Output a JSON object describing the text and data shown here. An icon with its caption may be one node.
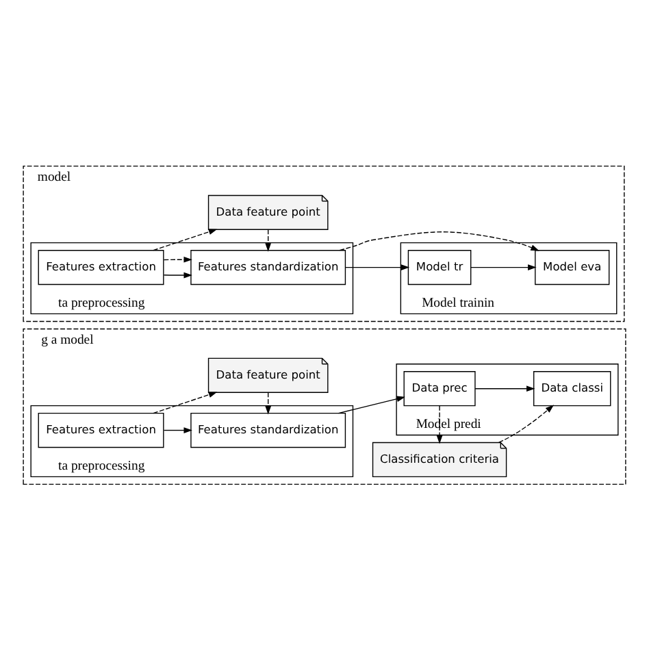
{
  "diagram": {
    "nodes": [
      {
        "text": [
          "model"
        ]
      },
      {
        "text": [
          "ta preprocessing"
        ],
        "in": 0
      },
      {
        "text": [
          "Features extraction"
        ],
        "in": 1
      },
      {
        "text": [
          "Features standardization"
        ],
        "in": 1
      },
      {
        "text": [
          "Data feature point"
        ],
        "in": 0
      },
      {
        "text": [
          "Model trainin"
        ],
        "in": 0
      },
      {
        "text": [
          "Model tr"
        ],
        "in": 5
      },
      {
        "text": [
          "Model eva"
        ],
        "in": 5
      },
      {
        "text": [
          "g a model"
        ]
      },
      {
        "text": [
          "ta preprocessing"
        ],
        "in": 8
      },
      {
        "text": [
          "Features extraction"
        ],
        "in": 9
      },
      {
        "text": [
          "Features standardization"
        ],
        "in": 9
      },
      {
        "text": [
          "Data feature point"
        ],
        "in": 8
      },
      {
        "text": [
          "Model predi"
        ],
        "in": 8
      },
      {
        "text": [
          "Data prec"
        ],
        "in": 13
      },
      {
        "text": [
          "Data classi"
        ],
        "in": 13
      },
      {
        "text": [
          "Classification criteria"
        ],
        "in": 8
      }
    ],
    "edges": [
      {
        "from": 2,
        "to": 3,
        "arrow": "to"
      },
      {
        "from": 2,
        "to": 3,
        "arrow": "to",
        "style": "dashed"
      },
      {
        "from": 3,
        "to": 6,
        "arrow": "to"
      },
      {
        "from": 3,
        "to": 7,
        "arrow": "to",
        "style": "dashed"
      },
      {
        "from": 2,
        "to": 4,
        "arrow": "to",
        "style": "dashed"
      },
      {
        "from": 4,
        "to": 3,
        "arrow": "to",
        "style": "dashed"
      },
      {
        "from": 6,
        "to": 7,
        "arrow": "to"
      },
      {
        "from": 10,
        "to": 11,
        "arrow": "to"
      },
      {
        "from": 11,
        "to": 14,
        "arrow": "to"
      },
      {
        "from": 10,
        "to": 12,
        "arrow": "to",
        "style": "dashed"
      },
      {
        "from": 12,
        "to": 11,
        "arrow": "to",
        "style": "dashed"
      },
      {
        "from": 14,
        "to": 16,
        "arrow": "to",
        "style": "dashed"
      },
      {
        "from": 16,
        "to": 15,
        "arrow": "to",
        "style": "dashed"
      },
      {
        "from": 14,
        "to": 15,
        "arrow": "to"
      }
    ]
  }
}
